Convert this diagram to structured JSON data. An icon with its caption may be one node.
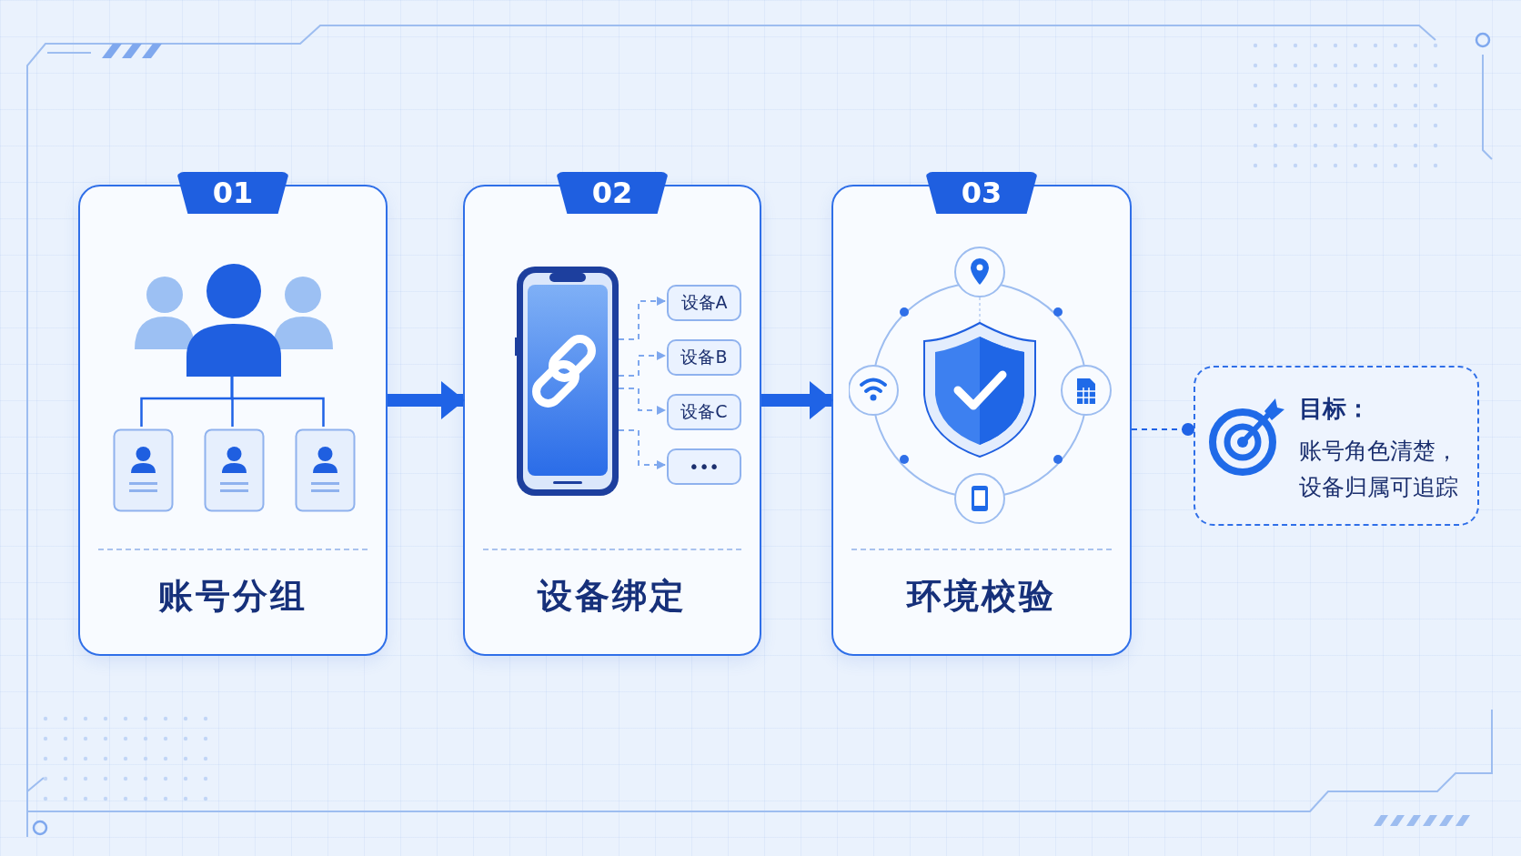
{
  "diagram": {
    "nodes": [
      {
        "text": [
          "01",
          "账号分组"
        ]
      },
      {
        "text": [
          "02",
          "设备绑定"
        ]
      },
      {
        "text": [
          "03",
          "环境校验"
        ]
      },
      {
        "text": [
          "目标：",
          "账号角色清楚，设备归属可追踪"
        ]
      },
      {
        "text": [],
        "shape": "person",
        "in": 0
      },
      {
        "text": [],
        "shape": "box",
        "in": 0
      },
      {
        "text": [],
        "shape": "box",
        "in": 0
      },
      {
        "text": [],
        "shape": "box",
        "in": 0
      },
      {
        "text": [],
        "shape": "phone",
        "in": 1
      },
      {
        "text": [
          "设备A"
        ],
        "in": 1
      },
      {
        "text": [
          "设备B"
        ],
        "in": 1
      },
      {
        "text": [
          "设备C"
        ],
        "in": 1
      },
      {
        "text": [
          "•••"
        ],
        "in": 1
      }
    ],
    "edges": [
      {
        "from": 0,
        "to": 1,
        "arrow": "to",
        "style": "thick"
      },
      {
        "from": 1,
        "to": 2,
        "arrow": "to",
        "style": "thick"
      },
      {
        "from": 2,
        "to": 3,
        "arrow": "other",
        "style": "dashed"
      },
      {
        "from": 4,
        "to": 5,
        "arrow": "none"
      },
      {
        "from": 4,
        "to": 6,
        "arrow": "none"
      },
      {
        "from": 4,
        "to": 7,
        "arrow": "none"
      },
      {
        "from": 8,
        "to": 9,
        "arrow": "to",
        "style": "dashed",
        "color": "#7fa8ee"
      },
      {
        "from": 8,
        "to": 10,
        "arrow": "to",
        "style": "dashed",
        "color": "#7fa8ee"
      },
      {
        "from": 8,
        "to": 11,
        "arrow": "to",
        "style": "dashed",
        "color": "#7fa8ee"
      },
      {
        "from": 8,
        "to": 12,
        "arrow": "to",
        "style": "dashed",
        "color": "#7fa8ee"
      }
    ]
  }
}
